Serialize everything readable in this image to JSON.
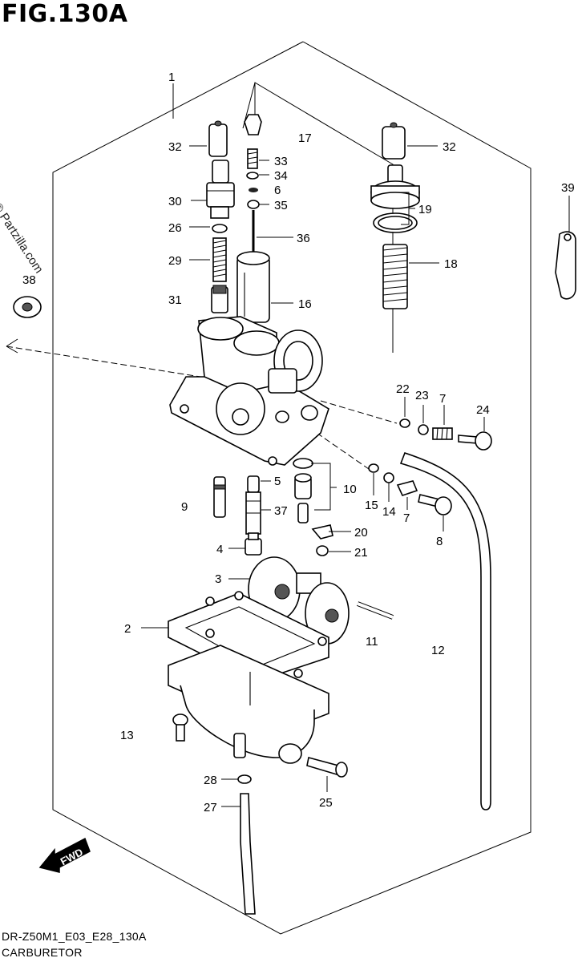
{
  "figure": {
    "title": "FIG.130A",
    "watermark": "© Partzilla.com",
    "diagram_code": "DR-Z50M1_E03_E28_130A",
    "diagram_name": "CARBURETOR"
  },
  "callouts": {
    "c1": "1",
    "c2": "2",
    "c3": "3",
    "c4": "4",
    "c5": "5",
    "c6": "6",
    "c7a": "7",
    "c7b": "7",
    "c8": "8",
    "c9": "9",
    "c10": "10",
    "c11": "11",
    "c12": "12",
    "c13": "13",
    "c14": "14",
    "c15": "15",
    "c16": "16",
    "c17": "17",
    "c18": "18",
    "c19": "19",
    "c20": "20",
    "c21": "21",
    "c22": "22",
    "c23": "23",
    "c24": "24",
    "c25": "25",
    "c26": "26",
    "c27": "27",
    "c28": "28",
    "c29": "29",
    "c30": "30",
    "c31": "31",
    "c32a": "32",
    "c32b": "32",
    "c33": "33",
    "c34": "34",
    "c35": "35",
    "c36": "36",
    "c37": "37",
    "c38": "38",
    "c39": "39"
  },
  "fwd_label": "FWD"
}
